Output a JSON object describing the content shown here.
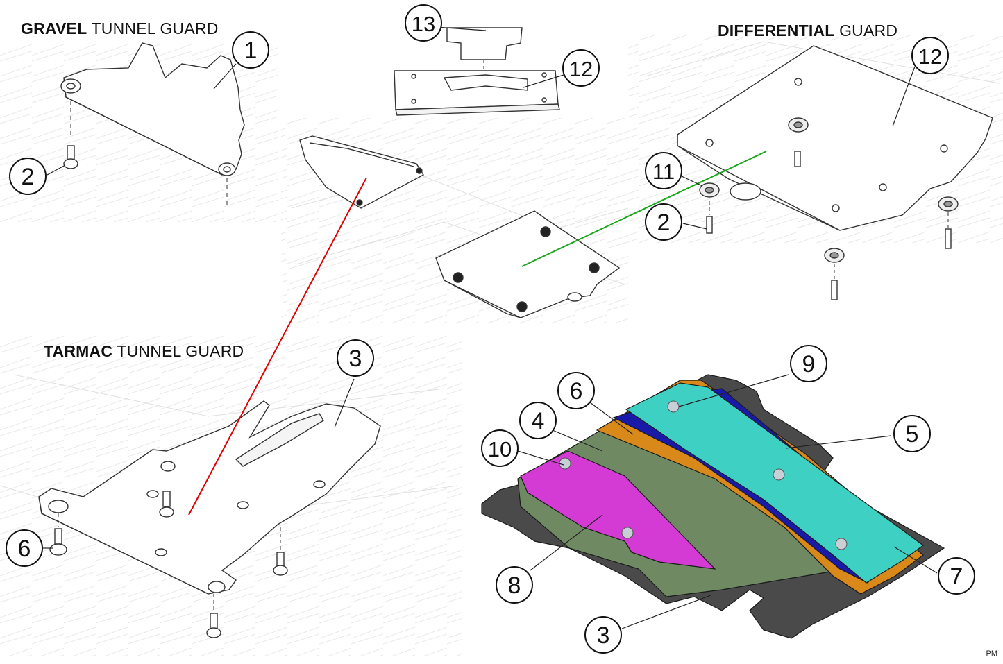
{
  "titles": {
    "gravel": {
      "bold": "GRAVEL",
      "rest": " TUNNEL GUARD"
    },
    "differential": {
      "bold": "DIFFERENTIAL",
      "rest": " GUARD"
    },
    "tarmac": {
      "bold": "TARMAC",
      "rest": " TUNNEL GUARD"
    }
  },
  "callouts": {
    "gravel_guard": "1",
    "gravel_bolt": "2",
    "top_bracket": "13",
    "top_plate": "12",
    "diff_plate": "12",
    "diff_washer": "11",
    "diff_bolt": "2",
    "tarmac_guard": "3",
    "tarmac_bolt": "6",
    "exploded_9": "9",
    "exploded_6": "6",
    "exploded_4": "4",
    "exploded_5": "5",
    "exploded_10": "10",
    "exploded_8": "8",
    "exploded_7": "7",
    "exploded_3": "3"
  },
  "colors": {
    "link_red": "#e00000",
    "link_green": "#1aa81a",
    "teal": "#3fd0c4",
    "orange": "#d8891a",
    "navy": "#1a1aa8",
    "olive": "#6f8a62",
    "magenta": "#d43bd4",
    "dark_base": "#4a4a4a"
  },
  "footer": "PM"
}
